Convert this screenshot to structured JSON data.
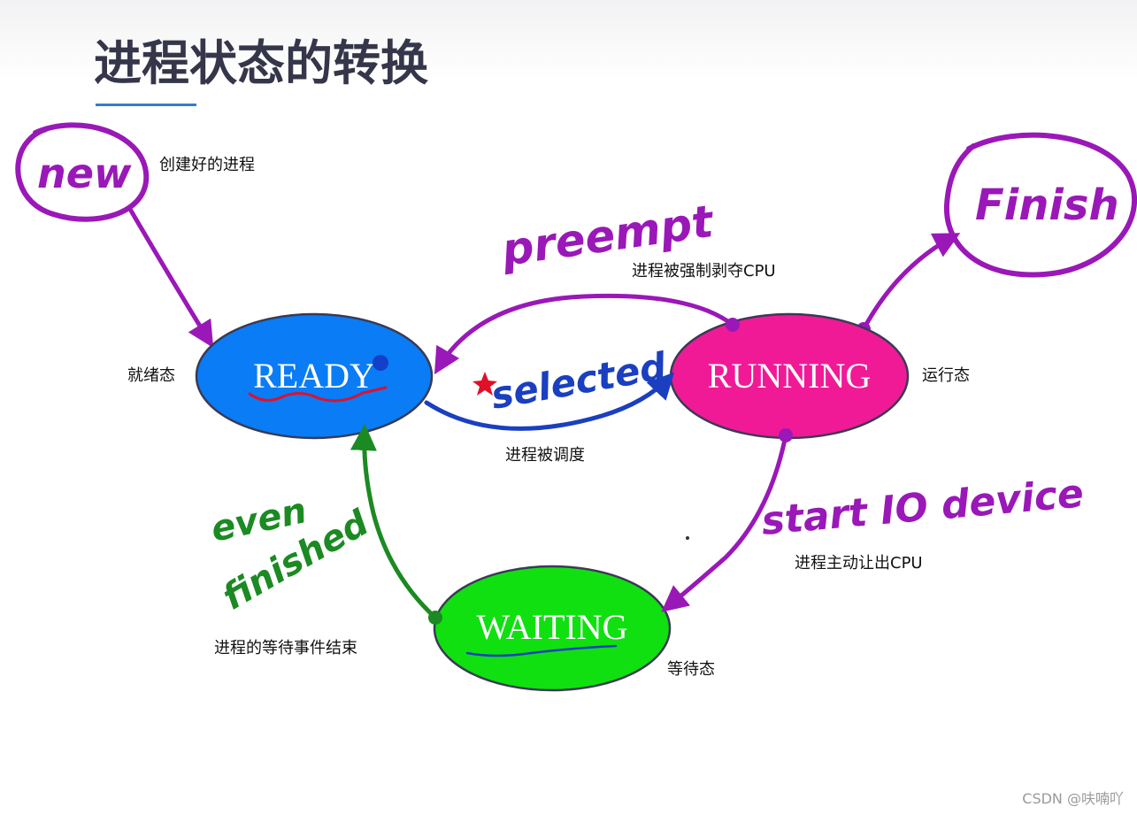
{
  "title": "进程状态的转换",
  "watermark": "CSDN @呋喃吖",
  "colors": {
    "title": "#35364a",
    "title_underline": "#2f7fd0",
    "ready_fill": "#0a7cf5",
    "running_fill": "#f01a97",
    "waiting_fill": "#10e010",
    "handwriting_purple": "#9a18b8",
    "handwriting_blue": "#1a3fc0",
    "handwriting_green": "#1b8a22"
  },
  "states": {
    "new": {
      "label": "new",
      "note": "创建好的进程"
    },
    "ready": {
      "label": "READY",
      "note": "就绪态"
    },
    "running": {
      "label": "RUNNING",
      "note": "运行态"
    },
    "waiting": {
      "label": "WAITING",
      "note": "等待态"
    },
    "finish": {
      "label": "Finish"
    }
  },
  "transitions": {
    "preempt": {
      "handwritten": "preempt",
      "note": "进程被强制剥夺CPU"
    },
    "selected": {
      "handwritten": "selected",
      "note": "进程被调度"
    },
    "start_io": {
      "handwritten": "start IO device",
      "note": "进程主动让出CPU"
    },
    "even_finished": {
      "handwritten_line1": "even",
      "handwritten_line2": "finished",
      "note": "进程的等待事件结束"
    }
  },
  "icons": {
    "new_to_ready": "purple-arrow-icon",
    "running_to_finish": "purple-arrow-icon",
    "running_to_ready": "purple-arrow-icon",
    "ready_to_running": "blue-arrow-icon",
    "running_to_waiting": "purple-arrow-icon",
    "waiting_to_ready": "green-arrow-icon",
    "red_mark": "red-star-icon"
  }
}
